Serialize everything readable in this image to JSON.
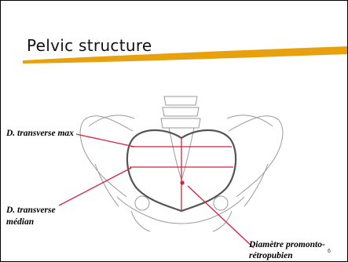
{
  "slide": {
    "title": "Pelvic structure",
    "page_number": "6"
  },
  "labels": {
    "transverse_max": "D. transverse max",
    "transverse_median_line1": "D. transverse",
    "transverse_median_line2": "médian",
    "promonto_line1": "Diamètre promonto-",
    "promonto_line2": "rétropubien"
  },
  "colors": {
    "accent_orange": "#e8a10e",
    "measure_line_red": "#d8203a",
    "pelvic_outline": "#555555",
    "sketch_grey": "#9a9a9a"
  }
}
